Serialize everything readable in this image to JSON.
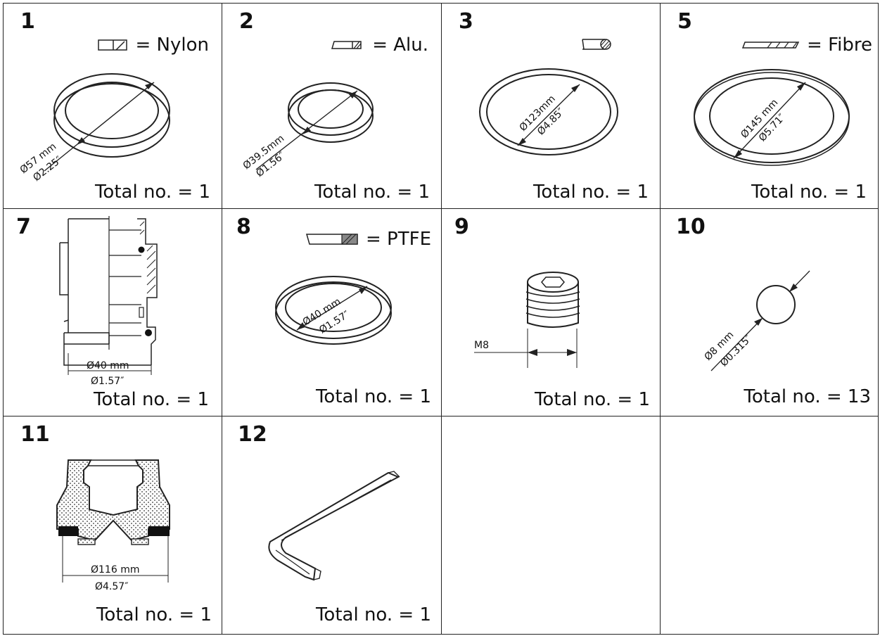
{
  "cells": [
    {
      "id": "1",
      "number": "1",
      "material": "= Nylon",
      "dim1": "Ø57 mm",
      "dim2": "Ø2.25″",
      "total": "Total no. = 1"
    },
    {
      "id": "2",
      "number": "2",
      "material": "= Alu.",
      "dim1": "Ø39.5mm",
      "dim2": "Ø1.56″",
      "total": "Total no. = 1"
    },
    {
      "id": "3",
      "number": "3",
      "material": "",
      "dim1": "Ø123mm",
      "dim2": "Ø4.85″",
      "total": "Total no. = 1"
    },
    {
      "id": "5",
      "number": "5",
      "material": "= Fibre",
      "dim1": "Ø145 mm",
      "dim2": "Ø5.71″",
      "total": "Total no. = 1"
    },
    {
      "id": "7",
      "number": "7",
      "material": "",
      "dim1": "Ø40 mm",
      "dim2": "Ø1.57″",
      "total": "Total no. = 1"
    },
    {
      "id": "8",
      "number": "8",
      "material": "= PTFE",
      "dim1": "Ø40 mm",
      "dim2": "Ø1.57″",
      "total": "Total no. = 1"
    },
    {
      "id": "9",
      "number": "9",
      "material": "",
      "dim1": "M8",
      "dim2": "",
      "total": "Total no. = 1"
    },
    {
      "id": "10",
      "number": "10",
      "material": "",
      "dim1": "Ø8 mm",
      "dim2": "Ø0.315″",
      "total": "Total no. = 13"
    },
    {
      "id": "11",
      "number": "11",
      "material": "",
      "dim1": "Ø116 mm",
      "dim2": "Ø4.57″",
      "total": "Total no. = 1"
    },
    {
      "id": "12",
      "number": "12",
      "material": "",
      "dim1": "",
      "dim2": "",
      "total": "Total no. = 1"
    }
  ]
}
